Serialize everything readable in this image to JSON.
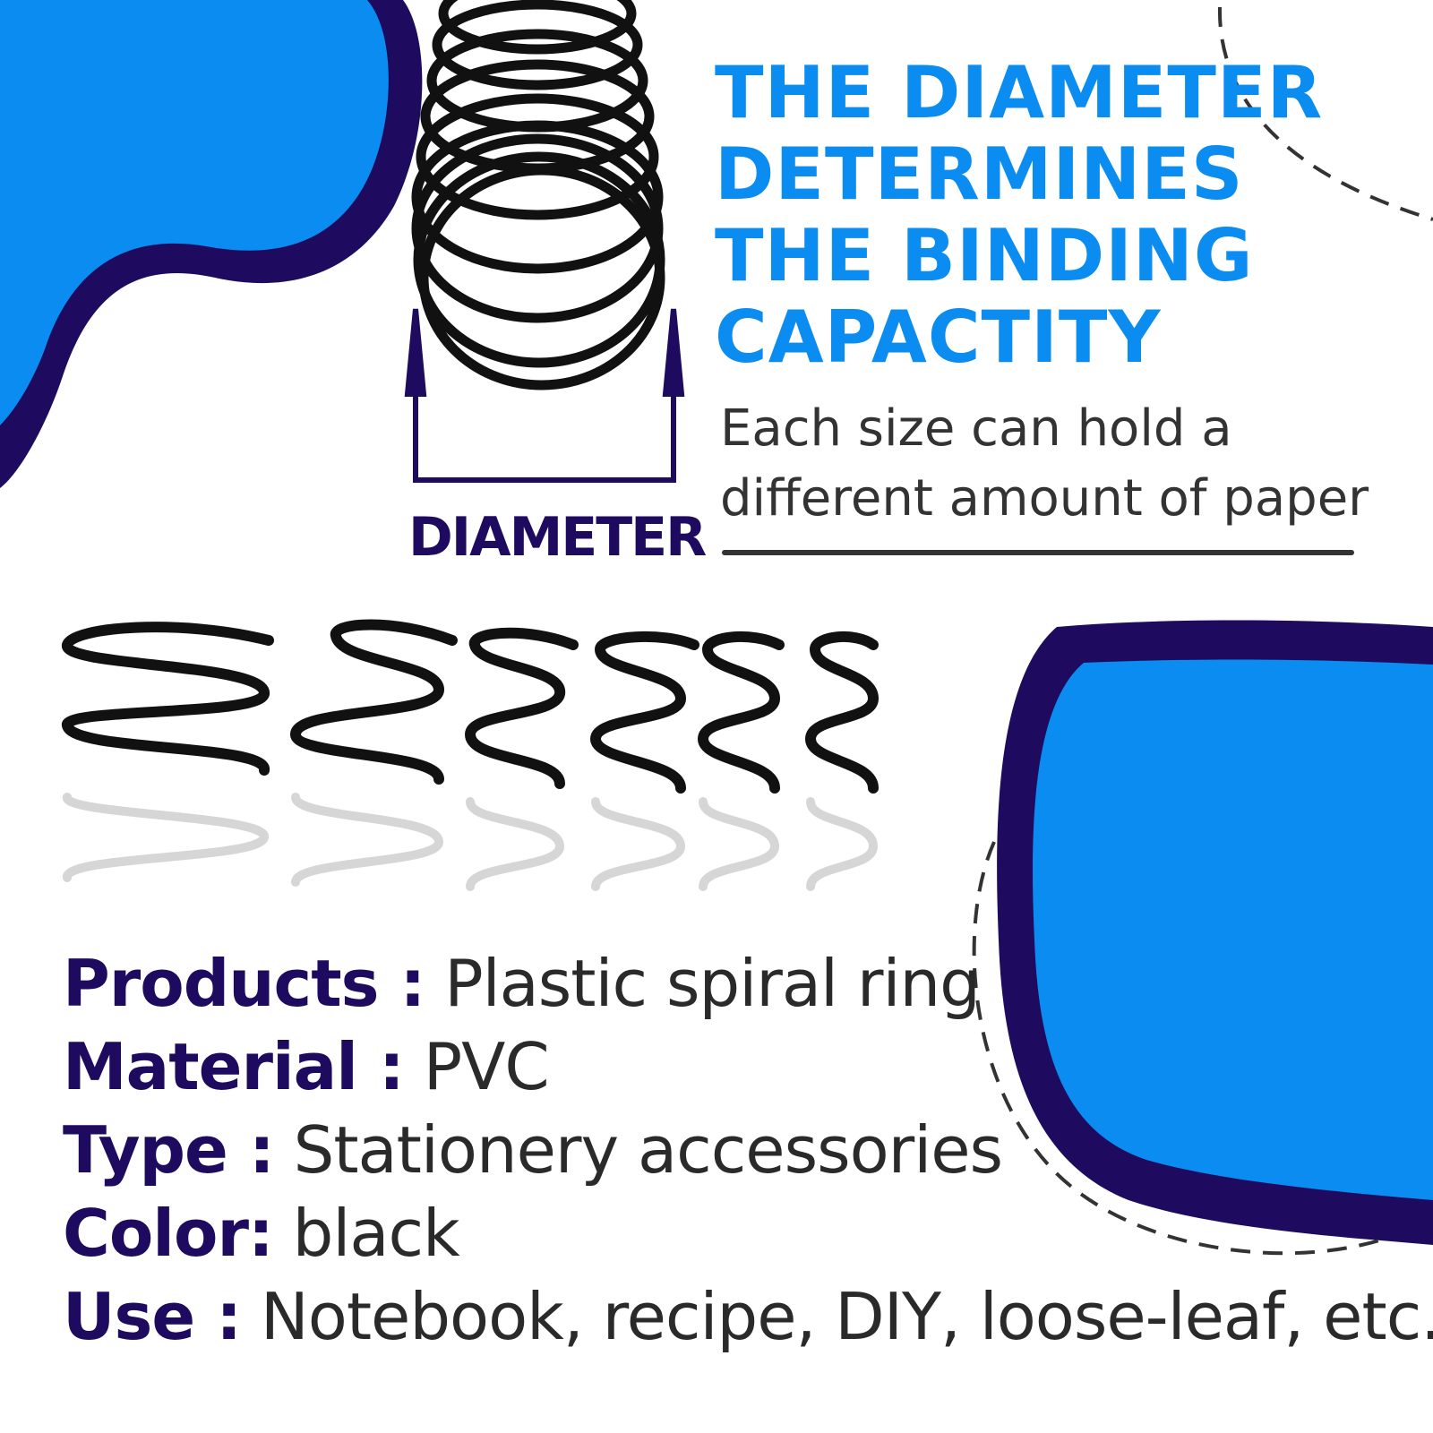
{
  "heading": {
    "lines": [
      "THE DIAMETER",
      "DETERMINES",
      "THE BINDING",
      "CAPACTITY"
    ]
  },
  "subtext": {
    "lines": [
      "Each size can hold a",
      "different amount of paper"
    ]
  },
  "diameter_label": "DIAMETER",
  "specs": [
    {
      "key": "Products :",
      "value": "Plastic spiral ring"
    },
    {
      "key": "Material :",
      "value": "PVC"
    },
    {
      "key": "Type :",
      "value": "Stationery accessories"
    },
    {
      "key": "Color:",
      "value": "black"
    },
    {
      "key": "Use :",
      "value": "Notebook, recipe, DIY, loose-leaf, etc."
    }
  ],
  "colors": {
    "blue": "#0a8cf0",
    "navy": "#1e0a5e",
    "text": "#2a2a2a"
  }
}
